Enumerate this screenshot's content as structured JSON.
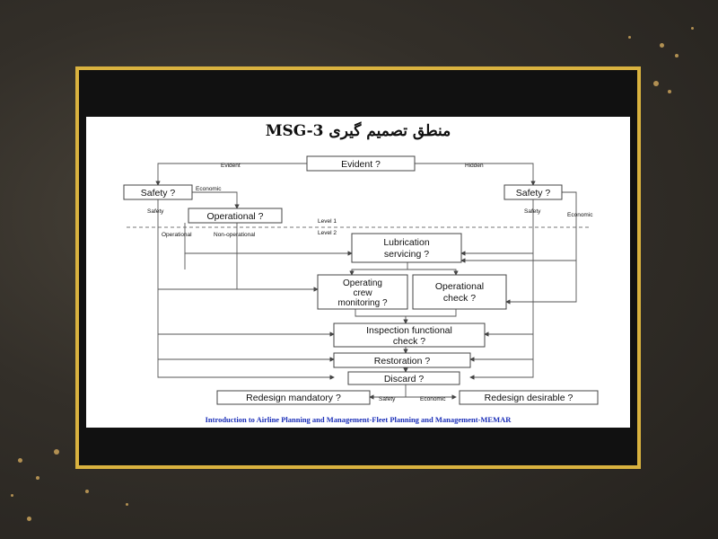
{
  "title": "منطق تصمیم گیری MSG-3",
  "footer": "Introduction to Airline Planning and Management-Fleet Planning and Management-MEMAR",
  "colors": {
    "frame": "#d9b23f",
    "footer_text": "#1a2eb8"
  },
  "boxes": {
    "evident": "Evident ?",
    "safety_left": "Safety ?",
    "safety_right": "Safety ?",
    "operational": "Operational ?",
    "lubrication_1": "Lubrication",
    "lubrication_2": "servicing ?",
    "crew_1": "Operating",
    "crew_2": "crew",
    "crew_3": "monitoring ?",
    "opcheck_1": "Operational",
    "opcheck_2": "check ?",
    "inspection_1": "Inspection functional",
    "inspection_2": "check ?",
    "restoration": "Restoration ?",
    "discard": "Discard ?",
    "redesign_mandatory": "Redesign mandatory ?",
    "redesign_desirable": "Redesign desirable ?"
  },
  "labels": {
    "evident": "Evident",
    "hidden": "Hidden",
    "economic_left": "Economic",
    "economic_right": "Economic",
    "safety_left": "Safety",
    "safety_right": "Safety",
    "level1": "Level 1",
    "level2": "Level 2",
    "operational": "Operational",
    "non_operational": "Non-operational",
    "safety_bottom": "Safety",
    "economic_bottom": "Economic"
  }
}
